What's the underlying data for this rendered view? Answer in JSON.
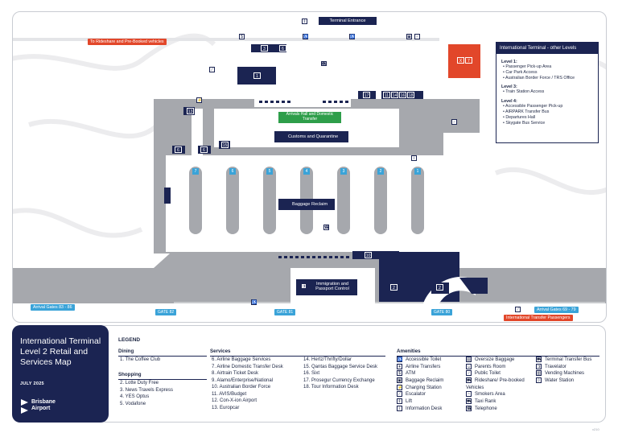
{
  "map": {
    "terminal_entrance": "Terminal Entrance",
    "rideshare": "To Rideshare and Pre-Booked vehicles",
    "arrivals_hall": "Arrivals Hall and Domestic Transfer",
    "customs": "Customs and Quarantine",
    "baggage_reclaim": "Baggage Reclaim",
    "immigration": "Immigration and Passport Control",
    "arrival_gates_left": "Arrival Gates 83 - 86",
    "arrival_gates_right": "Arrival Gates 69 - 79",
    "international_transfer": "International Transfer Passengers",
    "gates": [
      "GATE 82",
      "GATE 81",
      "GATE 80"
    ],
    "carousels": [
      "7",
      "6",
      "5",
      "4",
      "3",
      "2",
      "1"
    ],
    "service_numbers": [
      "1",
      "2",
      "2",
      "3",
      "6",
      "6",
      "6",
      "10",
      "11",
      "12",
      "13",
      "14",
      "15",
      "16",
      "17",
      "18",
      "X",
      "7"
    ]
  },
  "other_levels": {
    "title": "International Terminal - other Levels",
    "levels": [
      {
        "name": "Level 1:",
        "items": [
          "Passenger Pick-up Area",
          "Car Park Access",
          "Australian Border Force / TRS Office"
        ]
      },
      {
        "name": "Level 3:",
        "items": [
          "Train Station Access"
        ]
      },
      {
        "name": "Level 4:",
        "items": [
          "Accessible Passenger Pick-up",
          "AIRPARK Transfer Bus",
          "Departures Hall",
          "Skygate Bus Service"
        ]
      }
    ]
  },
  "title_panel": {
    "title": "International Terminal Level 2 Retail and Services Map",
    "date": "JULY 2025",
    "logo_line1": "Brisbane",
    "logo_line2": "Airport"
  },
  "legend": {
    "heading": "LEGEND",
    "dining": {
      "title": "Dining",
      "items": [
        "1.  The Coffee Club"
      ]
    },
    "shopping": {
      "title": "Shopping",
      "items": [
        "2.  Lotte Duty Free",
        "3.  News Travels Express",
        "4.  YES Optus",
        "5.  Vodafone"
      ]
    },
    "services": {
      "title": "Services",
      "col1": [
        "6.  Airline Baggage Services",
        "7.  Airline Domestic Transfer Desk",
        "8.  Airtrain Ticket Desk",
        "9.  Alamo/Enterprise/National",
        "10. Australian Border Force",
        "11. AVIS/Budget",
        "12. Con-X-ion Airport",
        "13. Europcar"
      ],
      "col2": [
        "14. Hertz/Thrifty/Dollar",
        "15. Qantas Baggage Service Desk",
        "16. Sixt",
        "17. Prosegur Currency Exchange",
        "18. Tour Information Desk"
      ]
    },
    "amenities": {
      "title": "Amenities",
      "col1": [
        {
          "icon": "accessible-toilet-icon",
          "g": "♿",
          "label": "Accessible Toilet"
        },
        {
          "icon": "airline-transfers-icon",
          "g": "✈",
          "label": "Airline Transfers"
        },
        {
          "icon": "atm-icon",
          "g": "$",
          "label": "ATM"
        },
        {
          "icon": "baggage-reclaim-icon",
          "g": "▣",
          "label": "Baggage Reclaim"
        },
        {
          "icon": "charging-station-icon",
          "g": "⚡",
          "label": "Charging Station"
        },
        {
          "icon": "escalator-icon",
          "g": "⟋",
          "label": "Escalator"
        },
        {
          "icon": "lift-icon",
          "g": "⇕",
          "label": "Lift"
        },
        {
          "icon": "information-desk-icon",
          "g": "i",
          "label": "Information Desk"
        }
      ],
      "col2": [
        {
          "icon": "oversize-baggage-icon",
          "g": "▤",
          "label": "Oversize Baggage"
        },
        {
          "icon": "parents-room-icon",
          "g": "☺",
          "label": "Parents Room"
        },
        {
          "icon": "public-toilet-icon",
          "g": "♂",
          "label": "Public Toilet"
        },
        {
          "icon": "rideshare-icon",
          "g": "⛟",
          "label": "Rideshare/ Pre-booked Vehicles"
        },
        {
          "icon": "smokers-area-icon",
          "g": "~",
          "label": "Smokers Area"
        },
        {
          "icon": "taxi-rank-icon",
          "g": "⛟",
          "label": "Taxi Rank"
        },
        {
          "icon": "telephone-icon",
          "g": "☎",
          "label": "Telephone"
        }
      ],
      "col3": [
        {
          "icon": "terminal-transfer-bus-icon",
          "g": "⛟",
          "label": "Terminal Transfer Bus"
        },
        {
          "icon": "travelator-icon",
          "g": "⇉",
          "label": "Travelator"
        },
        {
          "icon": "vending-machines-icon",
          "g": "▥",
          "label": "Vending Machines"
        },
        {
          "icon": "water-station-icon",
          "g": "◊",
          "label": "Water Station"
        }
      ]
    }
  },
  "footnote": "v210"
}
